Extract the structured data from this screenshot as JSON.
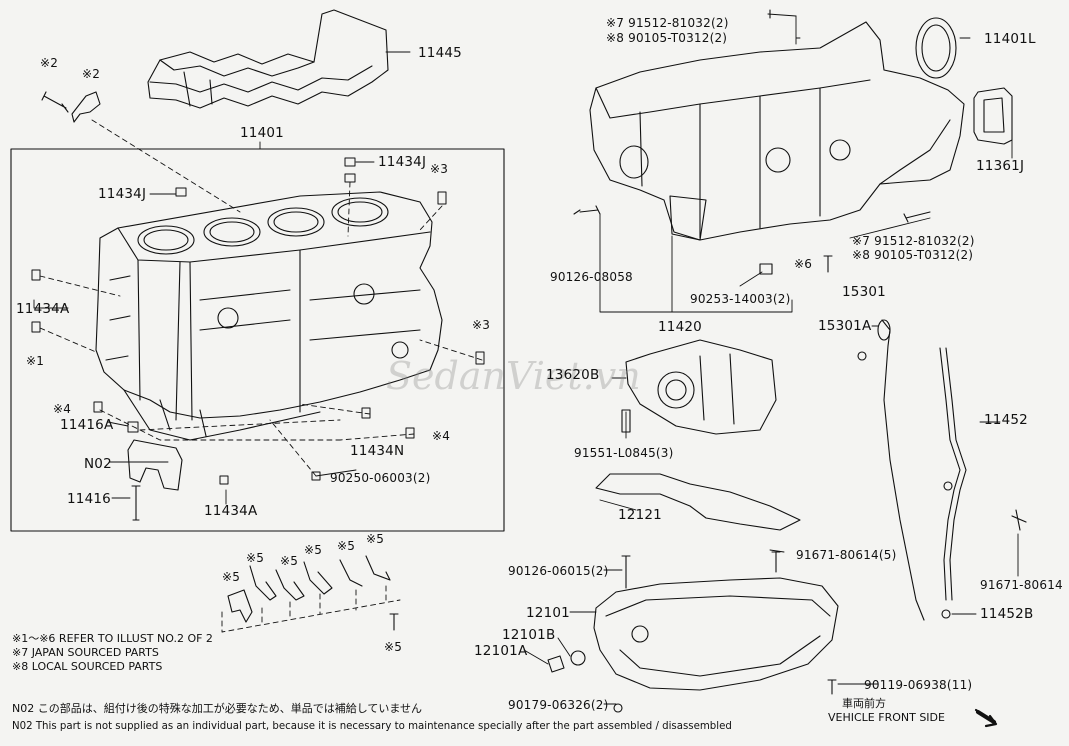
{
  "labels": {
    "p11445": "11445",
    "p11401": "11401",
    "p11434j_a": "11434J",
    "p11434j_b": "11434J",
    "star3_a": "※3",
    "star2_a": "※2",
    "star2_b": "※2",
    "p11434a_a": "11434A",
    "star1": "※1",
    "star4_a": "※4",
    "p11416a": "11416A",
    "n02": "N02",
    "p11416": "11416",
    "p11434n": "11434N",
    "star3_b": "※3",
    "star4_b": "※4",
    "p90250": "90250-06003(2)",
    "p11434a_b": "11434A",
    "star5_1": "※5",
    "star5_2": "※5",
    "star5_3": "※5",
    "star5_4": "※5",
    "star5_5": "※5",
    "star5_6": "※5",
    "star5_7": "※5",
    "p91512_top": "※7 91512-81032(2)",
    "p90105_top": "※8 90105-T0312(2)",
    "p11401l": "11401L",
    "p11361j": "11361J",
    "p91512_mid": "※7 91512-81032(2)",
    "p90105_mid": "※8 90105-T0312(2)",
    "p90126_08058": "90126-08058",
    "star6": "※6",
    "p90253": "90253-14003(2)",
    "p11420": "11420",
    "p15301": "15301",
    "p15301a": "15301A",
    "p13620b": "13620B",
    "p91551": "91551-L0845(3)",
    "p11452": "11452",
    "p12121": "12121",
    "p91671_5": "91671-80614(5)",
    "p90126_06015": "90126-06015(2)",
    "p12101": "12101",
    "p12101b": "12101B",
    "p12101a": "12101A",
    "p91671_8": "91671-80614",
    "p11452b": "11452B",
    "p90119": "90119-06938(11)",
    "p90179": "90179-06326(2)"
  },
  "notes": {
    "line1": "※1～※6  REFER TO ILLUST NO.2 OF 2",
    "line2": "※7 JAPAN SOURCED PARTS",
    "line3": "※8 LOCAL SOURCED PARTS",
    "n02_jp": "N02  この部品は、組付け後の特殊な加工が必要なため、単品では補給していません",
    "n02_en": "N02  This part is not supplied as an individual part, because it is necessary to maintenance specially after the part assembled / disassembled",
    "vehicle_jp": "車両前方",
    "vehicle_en": "VEHICLE FRONT SIDE"
  },
  "watermark": "SedanViet.vn"
}
